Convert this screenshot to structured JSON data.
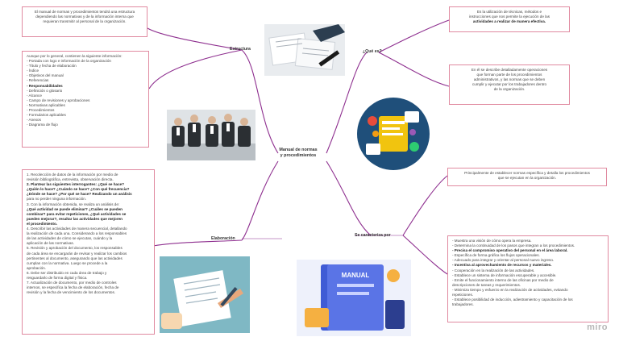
{
  "center": {
    "line1": "Manual de normas",
    "line2": "y procedimientos"
  },
  "branches": {
    "estructura": "Estructura",
    "elaboracion": "Elaboración",
    "que_es": "¿Qué es?",
    "se_caracteriza": "Se caracteriza por"
  },
  "boxes": {
    "estructura_intro": [
      "El manual de normas y procedimientos tendrá una estructura",
      "dependiendo las normativas y  de la información interna que",
      "requieran transmitir al personal de la organización."
    ],
    "estructura_list": [
      "Aunque por lo general, contienen  la  siguiente información:",
      "- Portada con logo e información de la organización",
      "- Título y fecha de elaboración",
      "- Índice",
      "- Objetivos del manual",
      "- Referencias",
      "- Responsabilidades",
      "- Definición o glosario",
      "- Alcance",
      "- Campo de revisiones y aprobaciones",
      "- Normativas aplicables",
      "- Procedimientos",
      "- Formularios aplicables",
      "- Anexos",
      "- Diagrama de flujo"
    ],
    "elaboracion_list": [
      "1. Recolección de datos de la información por medio de",
      "revisión bibliográfica, entrevista, observación directa.",
      "2. Plantear las siguientes interrogantes: ¿Qué se hace?",
      "¿Quién lo hace? ¿Cuándo se hace? ¿Con qué frecuencia?",
      "¿Dónde se hace? ¿Por qué se hace? Realizando un análisis",
      "para no perder ninguna información.",
      "3. Con la información obtenida, se realiza un análisis de:",
      "¿Qué actividad se puede eliminar? ¿Cuáles se pueden",
      "combinar? para evitar repeticiones, ¿Qué actividades se",
      "pueden mejorar?, resaltar las actividades que mejoren",
      "el procedimiento.",
      "4. Describir las actividades de manera secuencial, detallando",
      "la realización de cada una. Considerando a los responsables",
      "de las actividades de cómo se ejecutan, cuándo y la",
      "aplicación de las normativas.",
      "5. Revisión y aprobación del documento, los responsables",
      "de cada área se encargarán de revisar y realizar los cambios",
      "pertinentes al documento, asegurando que las actividades",
      "cumplan con la normativa. Luego se procede a la",
      "aprobación.",
      "6. Debe ser distribuido en cada área de trabajo y",
      "resguardarlo de forma digital y física.",
      "7. Actualización de documento, por medio de controles",
      "internos, se especifica la fecha de elaboración, fecha de",
      "revisión y la fecha de vencimiento de los documentos."
    ],
    "que_es_1": [
      "Es la utilización de técnicas, métodos e",
      "instrucciones que nos permite la ejecución de las",
      "actividades a realizar de manera efectiva."
    ],
    "que_es_2": [
      "En él se describe detalladamente operaciones",
      "que forman parte de los procedimientos",
      "administrativos, y las normas que se deben",
      "cumplir y ejecutar por los trabajadores dentro",
      "de la organización."
    ],
    "caracteriza_1": [
      "Principalmente de establecer normas específica y detalla los procedimientos",
      "que se ejecutan en la organización."
    ],
    "caracteriza_list": [
      "- Muestra una visión de cómo opera la empresa.",
      "- Determina la continuidad de los pasos que integran a los procedimientos.",
      "- Precisa el compromiso operativo del personal en el área laboral.",
      "- Específica de forma gráfica los flujos operacionales.",
      "- Adecuado para integrar y orientar al personal nuevo ingreso.",
      "- Incentiva al aprovechamiento de recursos y materiales.",
      "- Cooperación en la realización de las actividades.",
      "- Establece un sistema de información escuperable y accesible.",
      "- Emite el funcionamiento interno de las oficinas por  medio de",
      "descripciones de tareas y requerimientos.",
      "- Minimiza tiempo y esfuerzo en la realización de actividades, evitando",
      "repeticiones.",
      "- Establece posibilidad de inducción, adiestramiento y capacitación de los",
      "trabajadores."
    ]
  },
  "images": {
    "manual_label": "MANUAL"
  },
  "watermark": "miro",
  "colors": {
    "branch_line": "#8e2f8f",
    "box_border": "#e08aa0",
    "background": "#ffffff"
  }
}
